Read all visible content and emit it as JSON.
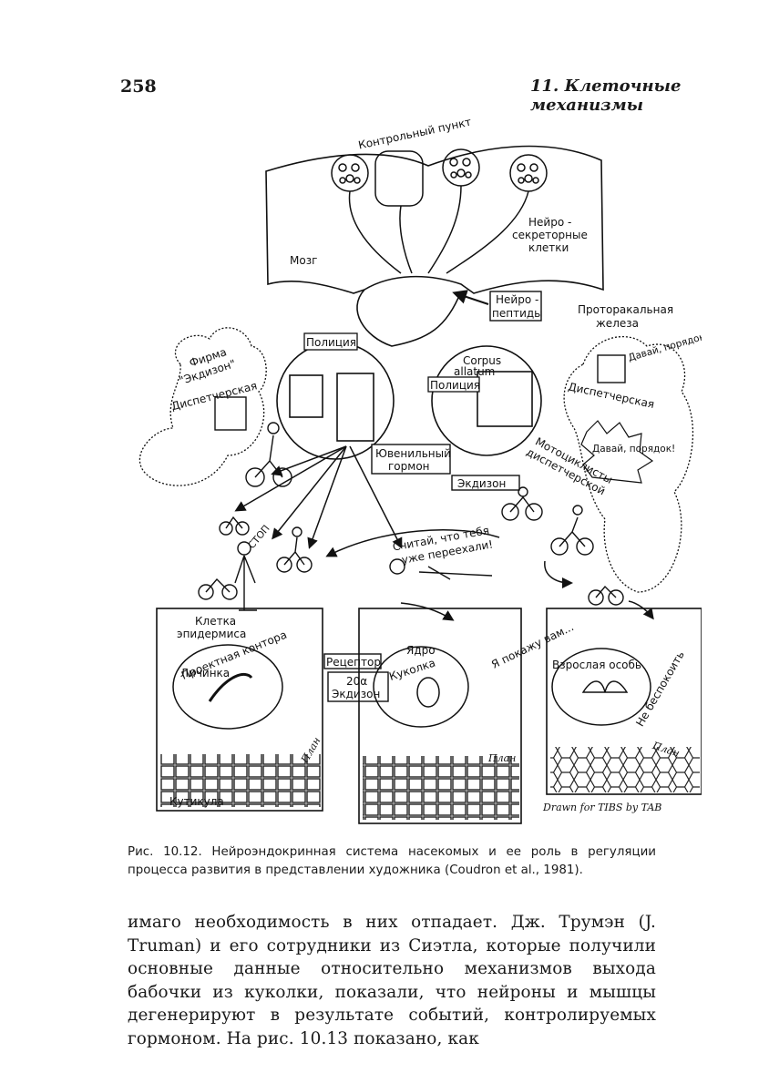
{
  "header": {
    "page_number": "258",
    "running_head": "11. Клеточные механизмы"
  },
  "figure": {
    "labels": {
      "control_point": "Контрольный пункт",
      "neurosecretory_1": "Нейро -",
      "neurosecretory_2": "секреторные",
      "neurosecretory_3": "клетки",
      "brain": "Мозг",
      "neuropeptides_1": "Нейро -",
      "neuropeptides_2": "пептиды",
      "prothoracic_1": "Проторакальная",
      "prothoracic_2": "железа",
      "police_left": "Полиция",
      "corpus_1": "Corpus",
      "corpus_2": "allatum",
      "police_right": "Полиция",
      "firm_1": "Фирма",
      "firm_2": "\"Экдизон\"",
      "dispatcher_left": "Диспетчерская",
      "dispatcher_right": "Диспетчерская",
      "davai_top": "Давай, порядок!",
      "davai_mid": "Давай, порядок!",
      "juvenile_1": "Ювенильный",
      "juvenile_2": "гормон",
      "ecdysone": "Экдизон",
      "moto_1": "Мотоциклисты",
      "moto_2": "диспетчерской",
      "stop": "СТОП",
      "run_over_1": "Считай, что тебя",
      "run_over_2": "уже переехали!",
      "cell_1": "Клетка",
      "cell_2": "эпидермиса",
      "project_office": "Проектная контора",
      "larva": "Личинка",
      "receptor": "Рецептор",
      "twenty_alpha": "20α",
      "ecdysone_2": "Экдизон",
      "nucleus": "Ядро",
      "pupa": "Куколка",
      "show_you": "Я покажу вам...",
      "adult": "Взрослая особь",
      "dont_worry": "Не беспокоить",
      "plan_1": "План",
      "plan_2": "План",
      "plan_3": "План",
      "cuticle": "Кутикула",
      "credit": "Drawn for TIBS by TAB"
    }
  },
  "caption": {
    "number": "Рис. 10.12.",
    "text": "Нейроэндокринная система насекомых  и ее роль в регуляции процесса развития в представлении художника (Coudron et al., 1981)."
  },
  "body": {
    "paragraph": "имаго необходимость в них отпадает. Дж. Трумэн (J. Truman) и его сотрудники из Сиэтла, которые получили основные данные относительно механизмов выхода бабочки из куколки, показали, что нейроны и мышцы дегенерируют в результате событий, контролируемых гормоном. На рис. 10.13 показано, как"
  }
}
